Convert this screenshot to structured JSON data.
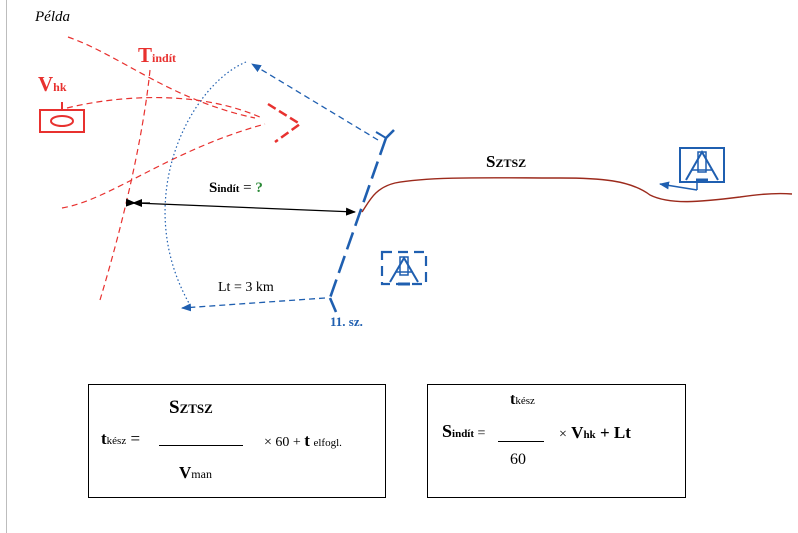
{
  "title": "Példa",
  "labels": {
    "v_hk_main": "V",
    "v_hk_sub": "hk",
    "t_indit_main": "T",
    "t_indit_sub": "indít",
    "s_indit_main": "S",
    "s_indit_sub": "indít",
    "s_indit_eq": " = ",
    "s_indit_q": "?",
    "s_sztsz": "Sztsz",
    "lt": "Lt = 3 km",
    "unit_11": "11. sz."
  },
  "formula1": {
    "numerator": "Sztsz",
    "t_main": "t",
    "t_sub": "kész",
    "eq": " = ",
    "times": "× 60 +",
    "t2_main": "t",
    "t2_sub": "elfogl.",
    "den_main": "V",
    "den_sub": "man"
  },
  "formula2": {
    "s_main": "S",
    "s_sub": "indít",
    "eq": " = ",
    "num_main": "t",
    "num_sub": "kész",
    "den": "60",
    "times": "×",
    "v_main": "V",
    "v_sub": "hk",
    "plus": "+ Lt"
  },
  "colors": {
    "red": "#e8312f",
    "blue": "#1f5fb0",
    "brown": "#9c2a1c",
    "green": "#2e8b3a"
  }
}
